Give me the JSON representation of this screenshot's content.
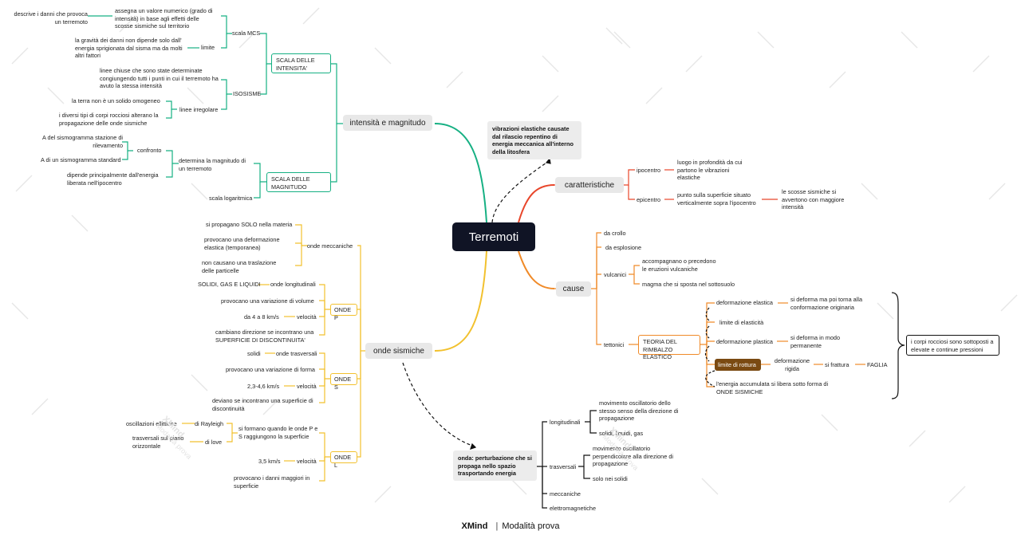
{
  "root": "Terremoti",
  "colors": {
    "green": "#16b083",
    "yellow": "#f2c12e",
    "red": "#e8462b",
    "orange": "#f08a28",
    "dark": "#101425",
    "brown": "#7a4a12"
  },
  "intensita": {
    "title": "intensità e magnitudo",
    "scala_intensita": "SCALA DELLE INTENSITA'",
    "scala_mcs": "scala MCS",
    "mcs_desc": "descrive i danni che provoca un terremoto",
    "mcs_assign": "assegna un valore numerico (grado di intensità) in base agli effetti delle scosse sismiche sul territorio",
    "limite": "limite",
    "limite_desc": "la gravità dei danni non dipende solo dall' energia sprigionata dal sisma ma da molti altri fattori",
    "isosisme": "ISOSISME",
    "isosisme_desc": "linee chiuse che sono state determinate congiungendo tutti i punti in cui il terremoto ha avuto la stessa intensità",
    "linee_irregolare": "linee irregolare",
    "terra_non": "la terra non è un solido omogeneo",
    "diversi_tipi": "i diversi tipi di corpi rocciosi alterano la propagazione delle onde sismiche",
    "scala_magnitudo": "SCALA DELLE MAGNITUDO",
    "determina": "determina la magnitudo di un terremoto",
    "confronto": "confronto",
    "a_del": "A del sismogramma stazione di rilevamento",
    "a_di": "A di un sismogramma standard",
    "dipende": "dipende principalmente dall'energia liberata nell'ipocentro",
    "scala_log": "scala logaritmica"
  },
  "vibrazioni": "vibrazioni elastiche causate dal rilascio repentino di energia meccanica all'interno della litosfera",
  "caratteristiche": {
    "title": "caratteristiche",
    "ipocentro": "ipocentro",
    "ipocentro_desc": "luogo in profondità da cui partono le vibrazioni elastiche",
    "epicentro": "epicentro",
    "epicentro_desc": "punto sulla superficie situato verticalmente sopra l'ipocentro",
    "scosse": "le scosse sismiche si avvertono con maggiore intensità"
  },
  "cause": {
    "title": "cause",
    "crollo": "da crollo",
    "esplosione": "da esplosione",
    "vulcanici": "vulcanici",
    "accompagnano": "accompagnano o precedono le eruzioni vulcaniche",
    "magma": "magma che si sposta nel sottosuolo",
    "tettonici": "tettonici",
    "teoria": "TEORIA DEL RIMBALZO ELASTICO",
    "def_elastica": "deformazione elastica",
    "def_elastica_desc": "si deforma ma poi torna alla conformazione originaria",
    "lim_elasticita": "limite di elasticità",
    "def_plastica": "deformazione plastica",
    "def_plastica_desc": "si deforma in modo permanente",
    "lim_rottura": "limite di rottura",
    "def_rigida": "deformazione rigida",
    "frattura": "si frattura",
    "faglia": "FAGLIA",
    "energia": "l'energia accumulata si libera sotto forma di ONDE SISMICHE",
    "summary": "i corpi rocciosi sono sottoposti a elevate e continue pressioni"
  },
  "onde": {
    "title": "onde sismiche",
    "meccaniche": "onde meccaniche",
    "solo_materia": "si propagano SOLO nella materia",
    "deformazione": "provocano una deformazione elastica (temporanea)",
    "no_traslazione": "non causano una traslazione delle particelle",
    "onde_p": "ONDE P",
    "longitudinali": "onde longitudinali",
    "sgl": "SOLIDI, GAS E LIQUIDI",
    "var_volume": "provocano una variazione di volume",
    "velocita": "velocità",
    "p_vel": "da 4 a 8 km/s",
    "cambiano": "cambiano direzione se incontrano una SUPERFICIE DI DISCONTINUITA'",
    "onde_s": "ONDE S",
    "trasversali": "onde trasversali",
    "solidi": "solidi",
    "var_forma": "provocano una variazione di forma",
    "s_vel": "2,3-4,6 km/s",
    "deviano": "deviano se incontrano una superficie di discontinuità",
    "onde_l": "ONDE L",
    "si_formano": "si formano quando le onde P e S raggiungono la superficie",
    "rayleigh": "di Rayleigh",
    "ellittiche": "oscillazioni ellittiche",
    "love": "di love",
    "trasv_piano": "trasversali sul piano orizzontale",
    "l_vel": "3,5 km/s",
    "danni": "provocano i danni maggiori in superficie"
  },
  "onda": {
    "def": "onda: perturbazione che si propaga nello spazio trasportando energia",
    "longitudinali": "longitudinali",
    "long_desc": "movimento oscillatorio dello stesso senso della direzione di propagazione",
    "long_mezzi": "solidi, liquidi, gas",
    "trasversali": "trasversali",
    "trasv_desc": "movimento oscillatorio perpendicolare alla direzione di propagazione",
    "solo_solidi": "solo nei solidi",
    "meccaniche": "meccaniche",
    "elettromagnetiche": "elettromagnetiche"
  },
  "watermark": {
    "brand": "XMind",
    "mode": "Modalità prova"
  },
  "footer": {
    "brand": "XMind",
    "mode": "Modalità prova"
  }
}
